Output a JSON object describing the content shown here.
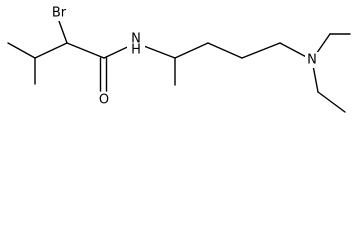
{
  "molecule": {
    "atoms": {
      "br": "Br",
      "nh": "N",
      "nh_h": "H",
      "o": "O",
      "n": "N"
    },
    "colors": {
      "bond": "#000000",
      "label": "#000000",
      "background": "#ffffff"
    }
  }
}
